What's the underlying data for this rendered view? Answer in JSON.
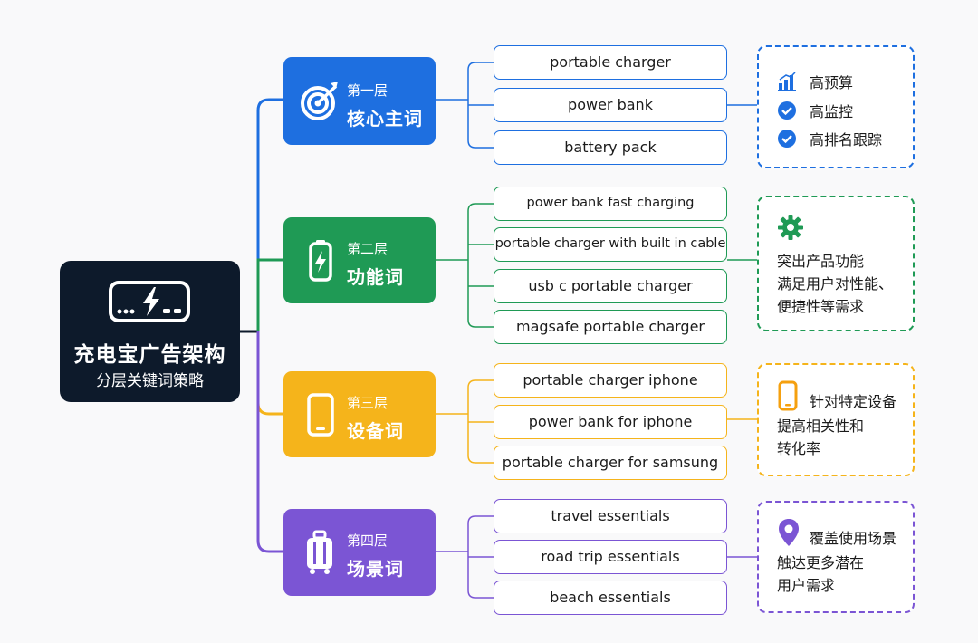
{
  "colors": {
    "root_bg": "#0d1a2b",
    "layer1": "#1e6fe0",
    "layer2": "#1f9a55",
    "layer3": "#f5b41b",
    "layer4": "#7b55d4"
  },
  "root": {
    "title": "充电宝广告架构",
    "subtitle": "分层关键词策略",
    "icon": "power-bank-icon"
  },
  "layers": [
    {
      "tag": "第一层",
      "name": "核心主词",
      "icon": "target-icon",
      "keywords": [
        "portable charger",
        "power bank",
        "battery pack"
      ],
      "note": {
        "items": [
          "高预算",
          "高监控",
          "高排名跟踪"
        ],
        "icons": [
          "bar-chart-icon",
          "check-circle-icon",
          "check-circle-icon"
        ]
      }
    },
    {
      "tag": "第二层",
      "name": "功能词",
      "icon": "battery-charging-icon",
      "keywords": [
        "power bank fast charging",
        "portable charger with built in cable",
        "usb c portable charger",
        "magsafe portable charger"
      ],
      "note": {
        "icon": "gear-icon",
        "lines": [
          "突出产品功能",
          "满足用户对性能、",
          "便捷性等需求"
        ]
      }
    },
    {
      "tag": "第三层",
      "name": "设备词",
      "icon": "smartphone-icon",
      "keywords": [
        "portable charger iphone",
        "power bank for iphone",
        "portable charger for samsung"
      ],
      "note": {
        "icon": "smartphone-icon",
        "lines": [
          "针对特定设备",
          "提高相关性和",
          "转化率"
        ]
      }
    },
    {
      "tag": "第四层",
      "name": "场景词",
      "icon": "luggage-icon",
      "keywords": [
        "travel essentials",
        "road trip essentials",
        "beach essentials"
      ],
      "note": {
        "icon": "location-pin-icon",
        "lines": [
          "覆盖使用场景",
          "触达更多潜在",
          "用户需求"
        ]
      }
    }
  ]
}
